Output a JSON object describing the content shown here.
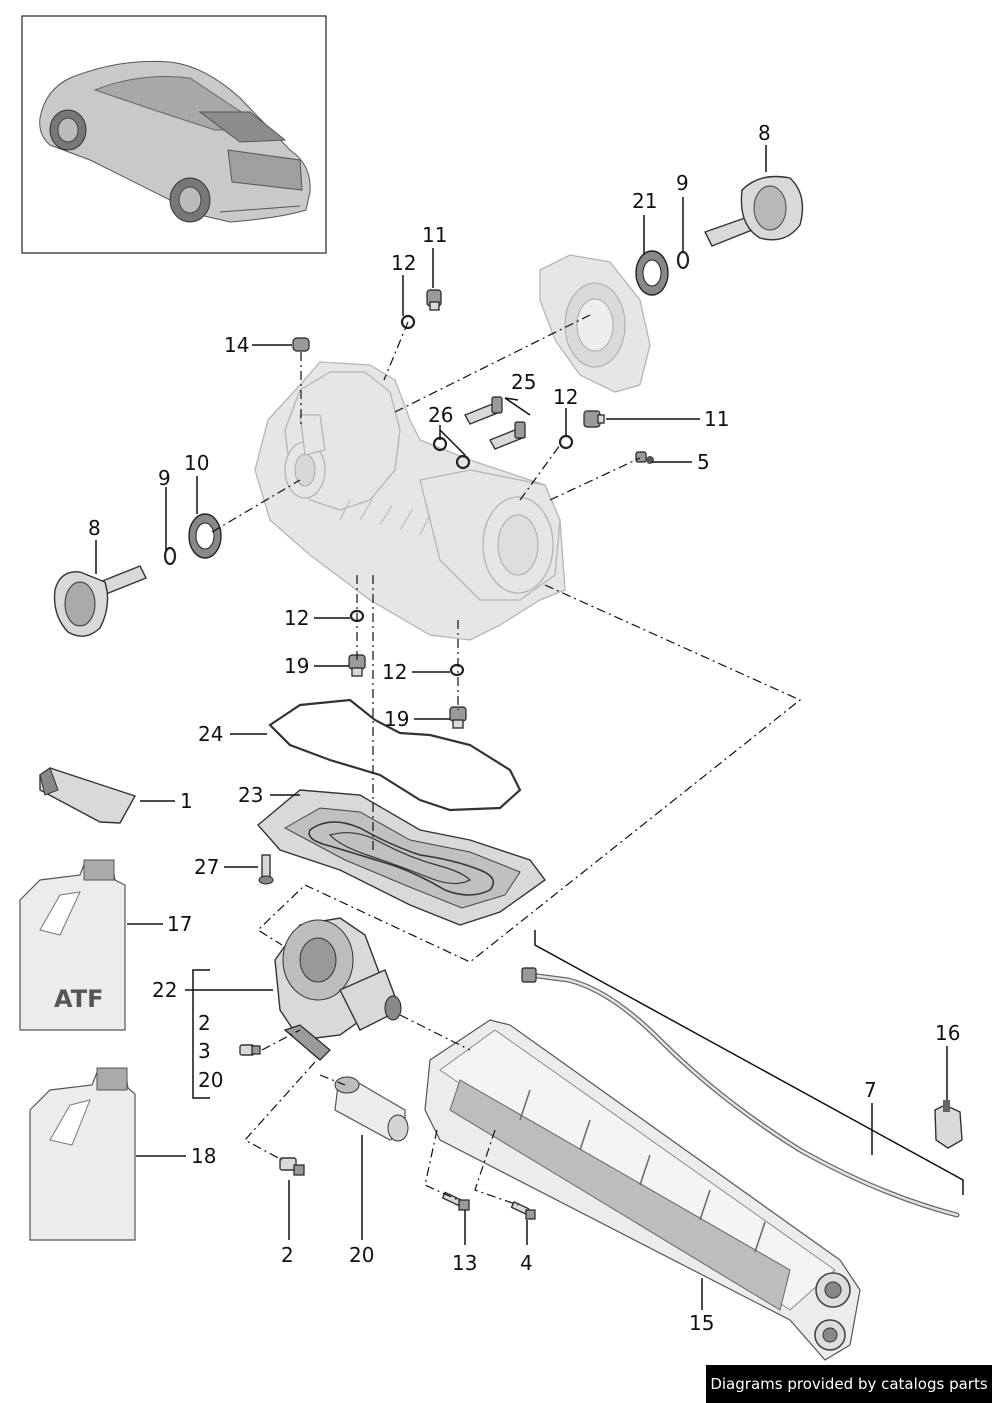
{
  "diagram": {
    "bottle_label": "ATF",
    "callouts": {
      "c1": "1",
      "c2a": "2",
      "c2b": "2",
      "c3": "3",
      "c4": "4",
      "c5": "5",
      "c7": "7",
      "c8a": "8",
      "c8b": "8",
      "c9a": "9",
      "c9b": "9",
      "c10": "10",
      "c11a": "11",
      "c11b": "11",
      "c12a": "12",
      "c12b": "12",
      "c12c": "12",
      "c12d": "12",
      "c13": "13",
      "c14": "14",
      "c15": "15",
      "c16": "16",
      "c17": "17",
      "c18": "18",
      "c19a": "19",
      "c19b": "19",
      "c20a": "20",
      "c20b": "20",
      "c21": "21",
      "c22": "22",
      "c23": "23",
      "c24": "24",
      "c25": "25",
      "c26": "26",
      "c27": "27"
    }
  },
  "footer": {
    "text": "Diagrams provided by catalogs parts"
  }
}
